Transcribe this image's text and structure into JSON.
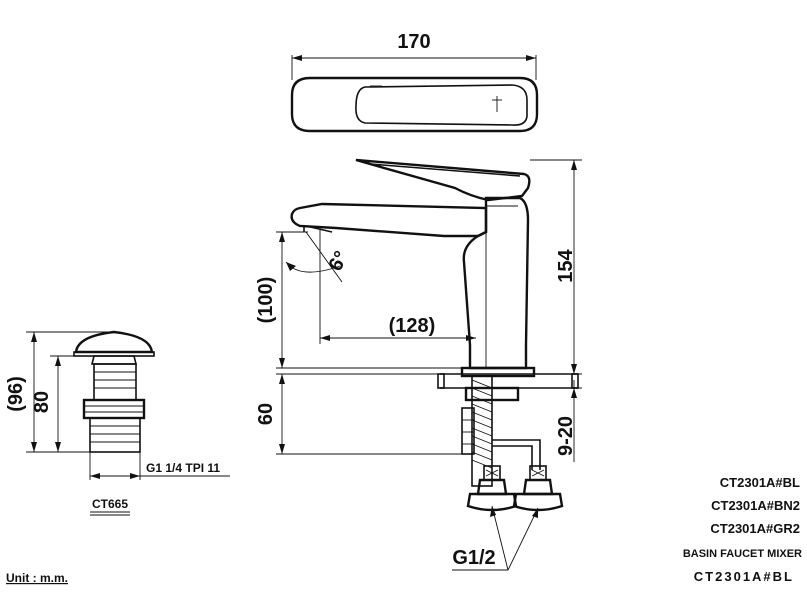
{
  "dimensions": {
    "width": "170",
    "height": "154",
    "spout_height": "(100)",
    "spout_reach": "(128)",
    "angle": "6°",
    "base_to_floor": "60",
    "counter_thickness": "9-20",
    "connector": "G1/2",
    "drain_height_total": "(96)",
    "drain_height": "80",
    "drain_thread": "G1 1/4 TPI 11"
  },
  "labels": {
    "drain_model": "CT665",
    "unit": "Unit : m.m.",
    "models": [
      "CT2301A#BL",
      "CT2301A#BN2",
      "CT2301A#GR2"
    ],
    "product_name": "BASIN FAUCET MIXER",
    "product_code": "CT2301A#BL"
  }
}
